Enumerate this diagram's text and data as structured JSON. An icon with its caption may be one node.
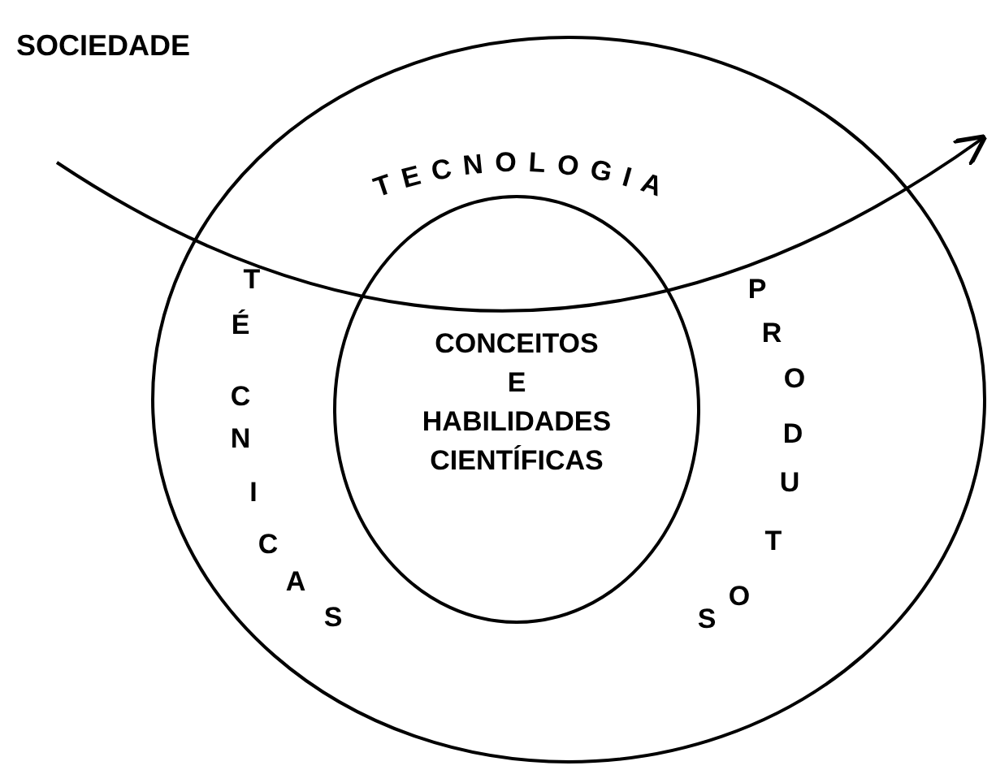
{
  "diagram": {
    "nodes": [
      {
        "text": [
          "TECNOLOGIA",
          "TÉCNICAS",
          "PRODUTOS"
        ]
      },
      {
        "text": [
          "CONCEITOS E HABILIDADES CIENTÍFICAS"
        ],
        "in": 0
      }
    ],
    "labels": [
      "SOCIEDADE"
    ]
  }
}
